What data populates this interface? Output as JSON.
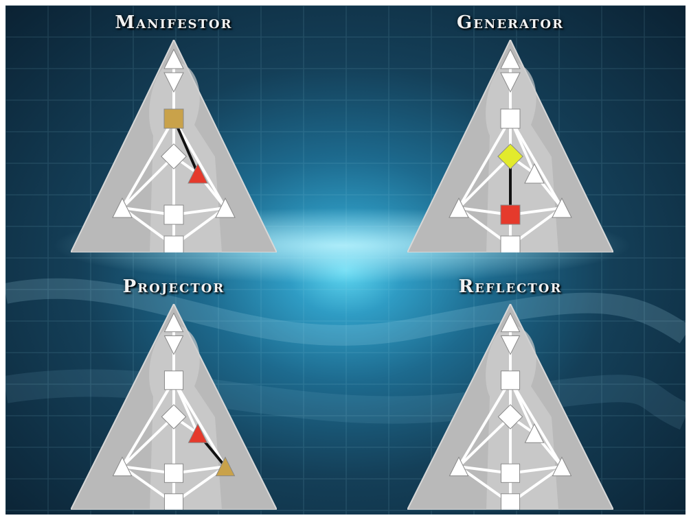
{
  "quadrants": [
    {
      "title": "Manifestor",
      "colors": {
        "throat": "#c9a24a",
        "heart": "#e53a2c"
      }
    },
    {
      "title": "Generator",
      "colors": {
        "g": "#e2ea2c",
        "sacral": "#e53a2c"
      }
    },
    {
      "title": "Projector",
      "colors": {
        "heart": "#e53a2c",
        "spleen_tri": "#c9a24a"
      }
    },
    {
      "title": "Reflector",
      "colors": {}
    }
  ],
  "palette": {
    "triangle_fill": "#b9b9b9",
    "triangle_edge": "#d8d8d8",
    "silhouette": "#cfcfcf",
    "centers": "#ffffff",
    "channel_active": "#111111"
  }
}
